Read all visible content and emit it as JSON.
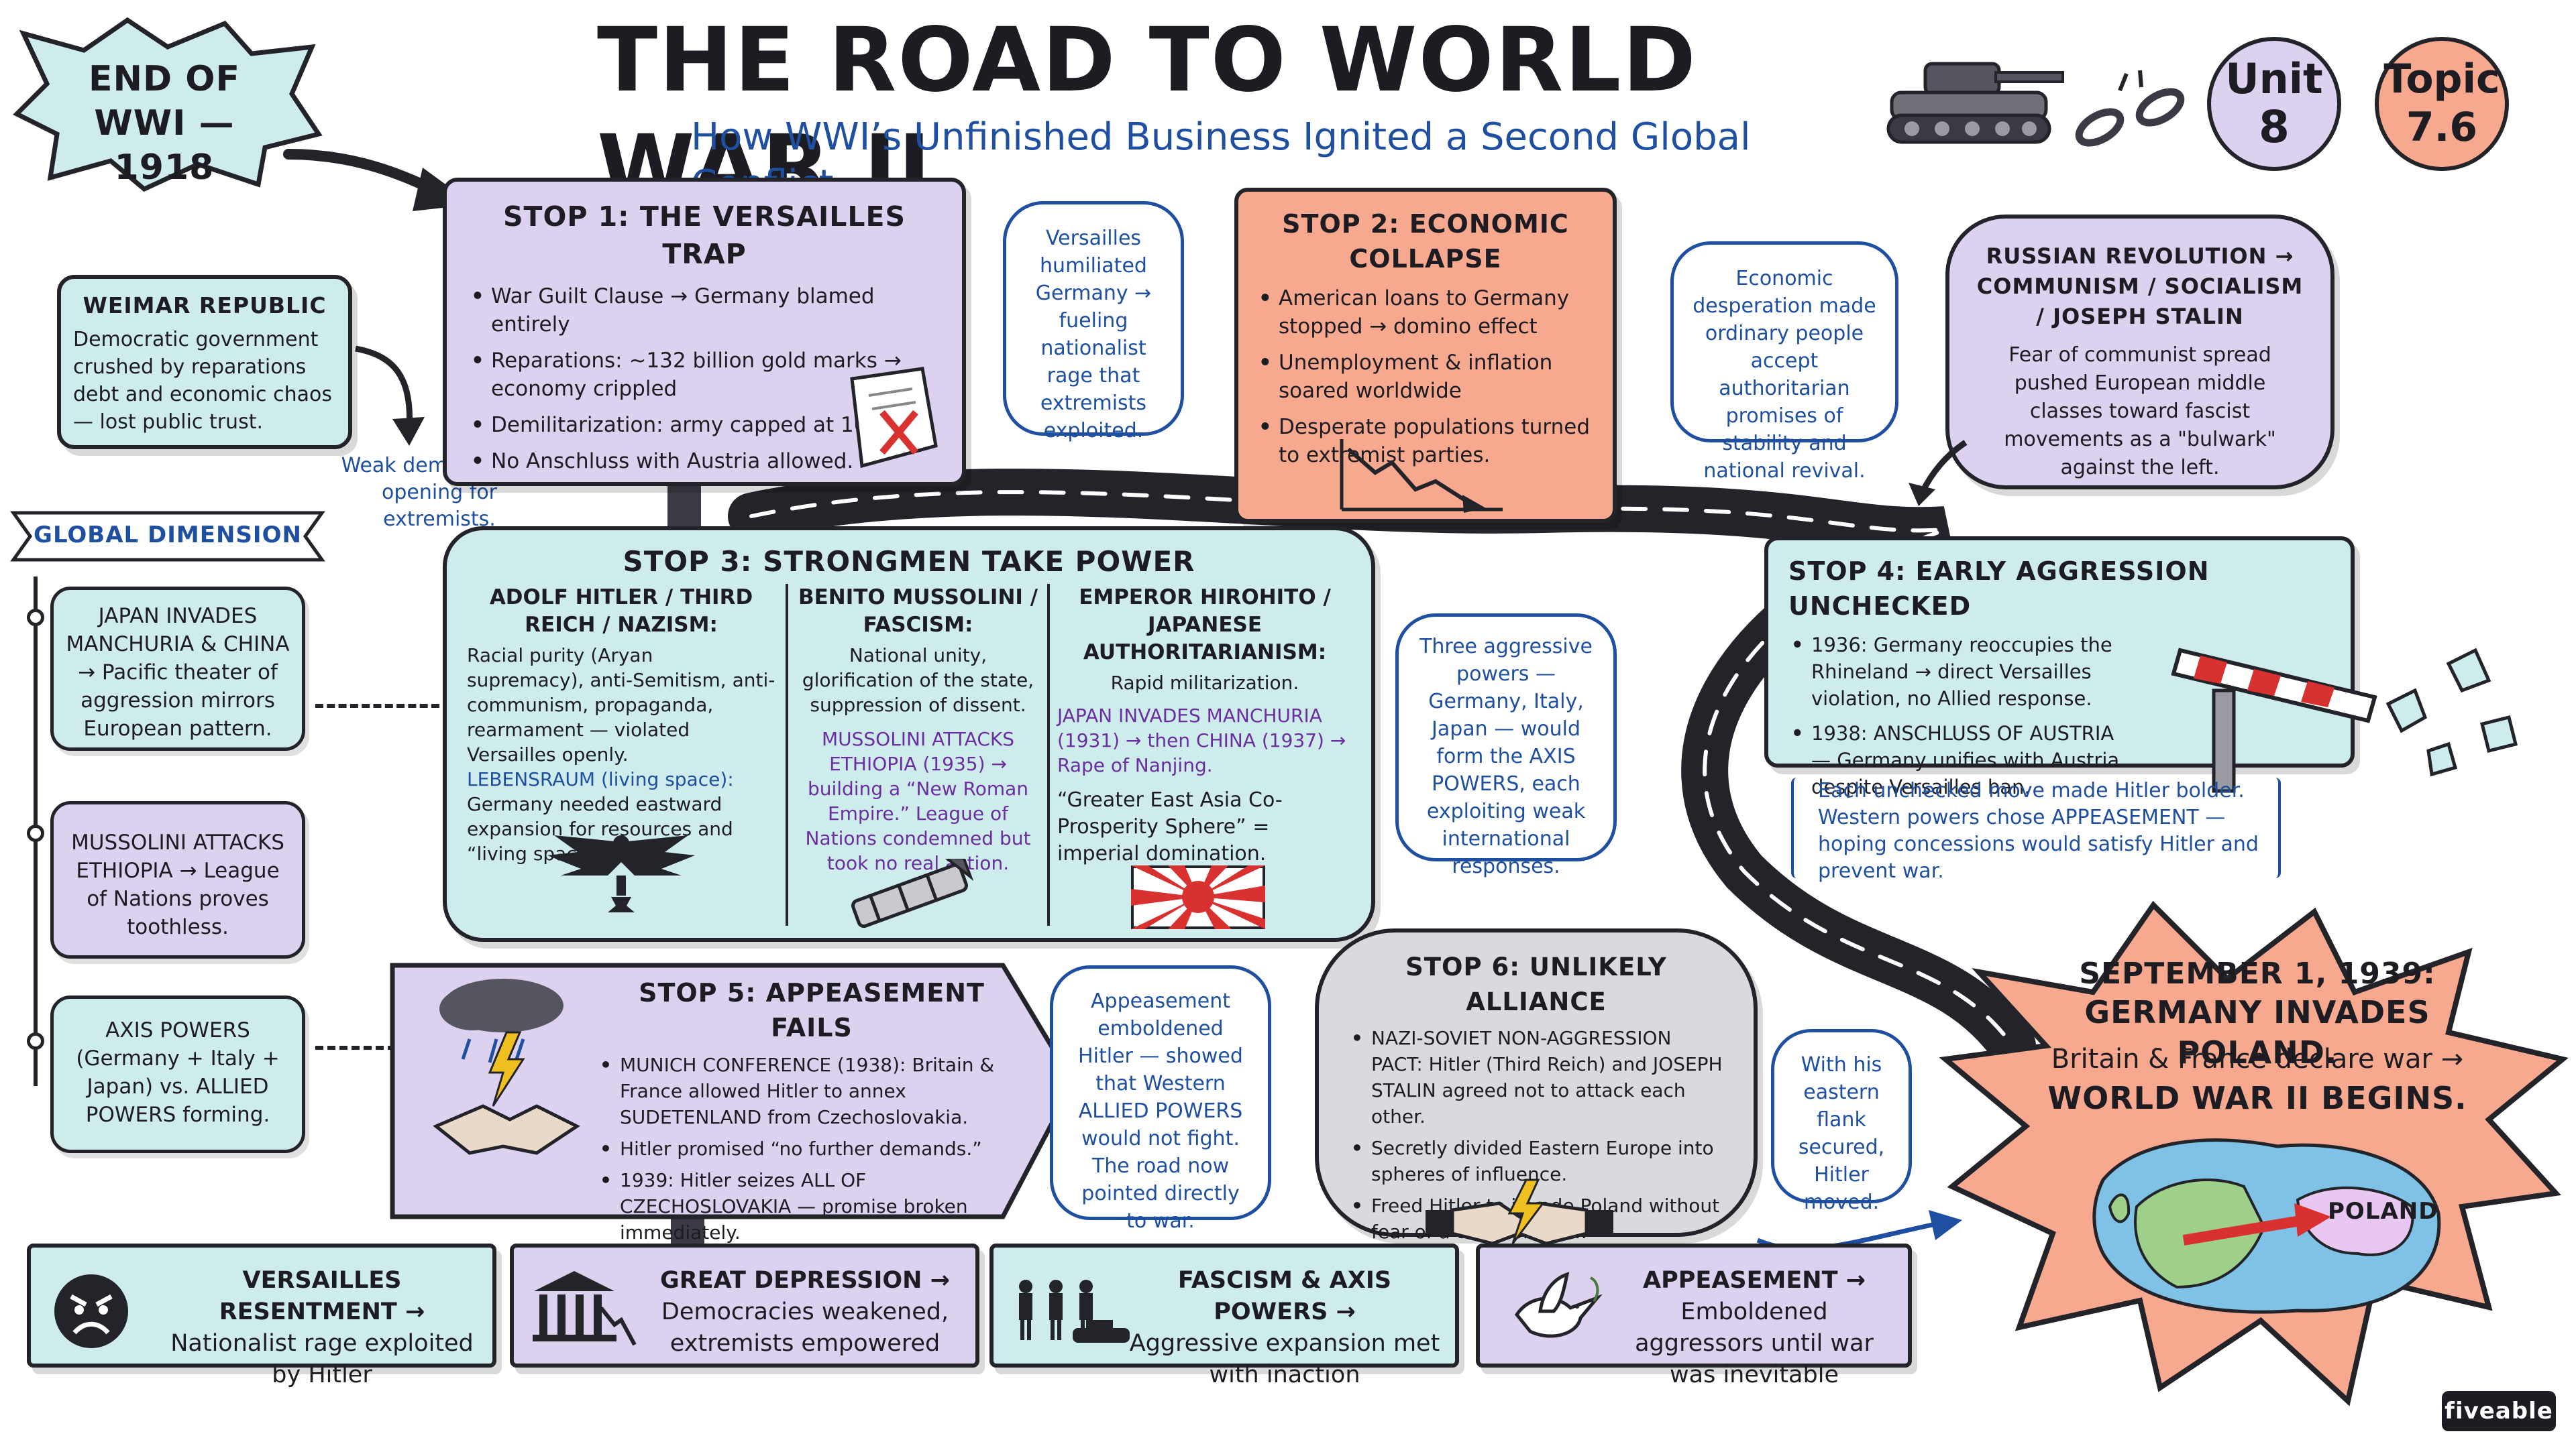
{
  "header": {
    "title": "THE ROAD TO WORLD WAR II",
    "subtitle": "How WWI’s Unfinished Business Ignited a Second Global Conflict.",
    "start_burst": "END OF WWI — 1918",
    "unit_label": "Unit",
    "unit_number": "8",
    "topic_label": "Topic",
    "topic_number": "7.6"
  },
  "weimar": {
    "title": "WEIMAR REPUBLIC",
    "body": "Democratic government crushed by reparations debt and economic chaos — lost public trust.",
    "note": "Weak democracy = opening for extremists."
  },
  "stop1": {
    "title": "STOP 1: THE VERSAILLES TRAP",
    "bullets": [
      "War Guilt Clause → Germany blamed entirely",
      "Reparations: ~132 billion gold marks → economy crippled",
      "Demilitarization: army capped at 100,000",
      "No Anschluss with Austria allowed."
    ],
    "bubble": "Versailles humiliated Germany → fueling nationalist rage that extremists exploited."
  },
  "stop2": {
    "title": "STOP 2: ECONOMIC COLLAPSE",
    "bullets": [
      "American loans to Germany stopped → domino effect",
      "Unemployment & inflation soared worldwide",
      "Desperate populations turned to extremist parties."
    ],
    "bubble": "Economic desperation made ordinary people accept authoritarian promises of stability and national revival."
  },
  "russia": {
    "title": "RUSSIAN REVOLUTION → COMMUNISM / SOCIALISM / JOSEPH STALIN",
    "body": "Fear of communist spread pushed European middle classes toward fascist movements as a \"bulwark\" against the left."
  },
  "global": {
    "banner": "GLOBAL DIMENSION",
    "cards": [
      "JAPAN INVADES MANCHURIA & CHINA → Pacific theater of aggression mirrors European pattern.",
      "MUSSOLINI ATTACKS ETHIOPIA → League of Nations proves toothless.",
      "AXIS POWERS (Germany + Italy + Japan) vs. ALLIED POWERS forming."
    ]
  },
  "stop3": {
    "title": "STOP 3: STRONGMEN TAKE POWER",
    "col1_title": "ADOLF HITLER / THIRD REICH / NAZISM:",
    "col1_body": "Racial purity (Aryan supremacy), anti-Semitism, anti-communism, propaganda, rearmament — violated Versailles openly.",
    "col1_highlight": "LEBENSRAUM (living space):",
    "col1_tail": "Germany needed eastward expansion for resources and “living space.”",
    "col2_title": "BENITO MUSSOLINI / FASCISM:",
    "col2_body": "National unity, glorification of the state, suppression of dissent.",
    "col2_highlight": "MUSSOLINI ATTACKS ETHIOPIA (1935) → building a “New Roman Empire.” League of Nations condemned but took no real action.",
    "col3_title": "EMPEROR HIROHITO / JAPANESE AUTHORITARIANISM:",
    "col3_body": "Rapid militarization.",
    "col3_highlight": "JAPAN INVADES MANCHURIA (1931) → then CHINA (1937) → Rape of Nanjing.",
    "col3_tail": "“Greater East Asia Co-Prosperity Sphere” = imperial domination.",
    "bubble": "Three aggressive powers — Germany, Italy, Japan — would form the AXIS POWERS, each exploiting weak international responses."
  },
  "stop4": {
    "title": "STOP 4: EARLY AGGRESSION UNCHECKED",
    "bullets": [
      "1936: Germany reoccupies the Rhineland → direct Versailles violation, no Allied response.",
      "1938: ANSCHLUSS OF AUSTRIA — Germany unifies with Austria despite Versailles ban."
    ],
    "note": "Each unchecked move made Hitler bolder. Western powers chose APPEASEMENT — hoping concessions would satisfy Hitler and prevent war."
  },
  "stop5": {
    "title": "STOP 5: APPEASEMENT FAILS",
    "bullets": [
      "MUNICH CONFERENCE (1938): Britain & France allowed Hitler to annex SUDETENLAND from Czechoslovakia.",
      "Hitler promised “no further demands.”",
      "1939: Hitler seizes ALL OF CZECHOSLOVAKIA — promise broken immediately."
    ],
    "bubble": "Appeasement emboldened Hitler — showed that Western ALLIED POWERS would not fight. The road now pointed directly to war."
  },
  "stop6": {
    "title": "STOP 6: UNLIKELY ALLIANCE",
    "bullets": [
      "NAZI-SOVIET NON-AGGRESSION PACT: Hitler (Third Reich) and JOSEPH STALIN agreed not to attack each other.",
      "Secretly divided Eastern Europe into spheres of influence.",
      "Freed Hitler to invade Poland without fear of a two-front war."
    ],
    "bubble": "With his eastern flank secured, Hitler moved."
  },
  "finale": {
    "line1": "SEPTEMBER 1, 1939:",
    "line2": "GERMANY INVADES POLAND.",
    "line3": "Britain & France declare war →",
    "line4": "WORLD WAR II BEGINS.",
    "map_label": "POLAND"
  },
  "bottom": [
    {
      "bold": "VERSAILLES RESENTMENT →",
      "rest": "Nationalist rage exploited by Hitler",
      "icon": "angry-face-icon"
    },
    {
      "bold": "GREAT DEPRESSION →",
      "rest": "Democracies weakened, extremists empowered",
      "icon": "bank-decline-icon"
    },
    {
      "bold": "FASCISM & AXIS POWERS →",
      "rest": "Aggressive expansion met with inaction",
      "icon": "soldiers-icon"
    },
    {
      "bold": "APPEASEMENT →",
      "rest": "Emboldened aggressors until war was inevitable",
      "icon": "dove-icon"
    }
  ],
  "brand": "fiveable"
}
